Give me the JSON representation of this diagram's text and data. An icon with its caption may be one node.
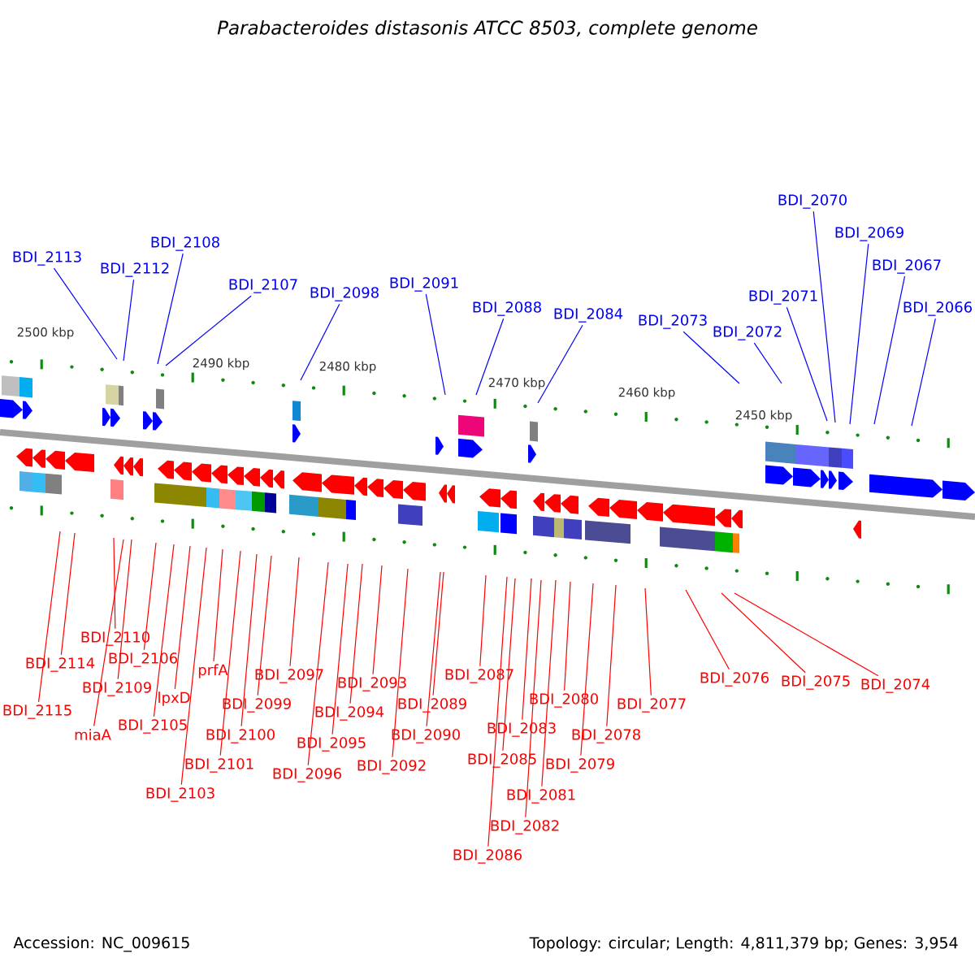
{
  "diagram": {
    "title": "Parabacteroides distasonis ATCC 8503, complete genome",
    "nodes": [
      {
        "text": [
          "BDI_2113"
        ]
      },
      {
        "text": [
          "BDI_2112"
        ]
      },
      {
        "text": [
          "BDI_2108"
        ]
      },
      {
        "text": [
          "BDI_2107"
        ]
      },
      {
        "text": [
          "BDI_2098"
        ]
      },
      {
        "text": [
          "BDI_2091"
        ]
      },
      {
        "text": [
          "BDI_2088"
        ]
      },
      {
        "text": [
          "BDI_2084"
        ]
      },
      {
        "text": [
          "BDI_2073"
        ]
      },
      {
        "text": [
          "BDI_2072"
        ]
      },
      {
        "text": [
          "BDI_2071"
        ]
      },
      {
        "text": [
          "BDI_2070"
        ]
      },
      {
        "text": [
          "BDI_2069"
        ]
      },
      {
        "text": [
          "BDI_2067"
        ]
      },
      {
        "text": [
          "BDI_2066"
        ]
      },
      {
        "text": [
          "BDI_2115"
        ]
      },
      {
        "text": [
          "BDI_2114"
        ]
      },
      {
        "text": [
          "BDI_2110"
        ]
      },
      {
        "text": [
          "BDI_2109"
        ]
      },
      {
        "text": [
          "miaA"
        ]
      },
      {
        "text": [
          "BDI_2106"
        ]
      },
      {
        "text": [
          "BDI_2105"
        ]
      },
      {
        "text": [
          "lpxD"
        ]
      },
      {
        "text": [
          "BDI_2103"
        ]
      },
      {
        "text": [
          "prfA"
        ]
      },
      {
        "text": [
          "BDI_2101"
        ]
      },
      {
        "text": [
          "BDI_2100"
        ]
      },
      {
        "text": [
          "BDI_2099"
        ]
      },
      {
        "text": [
          "BDI_2097"
        ]
      },
      {
        "text": [
          "BDI_2096"
        ]
      },
      {
        "text": [
          "BDI_2095"
        ]
      },
      {
        "text": [
          "BDI_2094"
        ]
      },
      {
        "text": [
          "BDI_2093"
        ]
      },
      {
        "text": [
          "BDI_2092"
        ]
      },
      {
        "text": [
          "BDI_2090"
        ]
      },
      {
        "text": [
          "BDI_2089"
        ]
      },
      {
        "text": [
          "BDI_2087"
        ]
      },
      {
        "text": [
          "BDI_2086"
        ]
      },
      {
        "text": [
          "BDI_2085"
        ]
      },
      {
        "text": [
          "BDI_2083"
        ]
      },
      {
        "text": [
          "BDI_2082"
        ]
      },
      {
        "text": [
          "BDI_2081"
        ]
      },
      {
        "text": [
          "BDI_2080"
        ]
      },
      {
        "text": [
          "BDI_2079"
        ]
      },
      {
        "text": [
          "BDI_2078"
        ]
      },
      {
        "text": [
          "BDI_2077"
        ]
      },
      {
        "text": [
          "BDI_2076"
        ]
      },
      {
        "text": [
          "BDI_2075"
        ]
      },
      {
        "text": [
          "BDI_2074"
        ]
      }
    ],
    "edges": [
      {
        "from": 0,
        "to": null,
        "arrow": "none",
        "color": "#0000ff"
      },
      {
        "from": 1,
        "to": null,
        "arrow": "none",
        "color": "#0000ff"
      },
      {
        "from": 2,
        "to": null,
        "arrow": "none",
        "color": "#0000ff"
      },
      {
        "from": 3,
        "to": null,
        "arrow": "none",
        "color": "#0000ff"
      },
      {
        "from": 4,
        "to": null,
        "arrow": "none",
        "color": "#0000ff"
      },
      {
        "from": 5,
        "to": null,
        "arrow": "none",
        "color": "#0000ff"
      },
      {
        "from": 6,
        "to": null,
        "arrow": "none",
        "color": "#0000ff"
      },
      {
        "from": 7,
        "to": null,
        "arrow": "none",
        "color": "#0000ff"
      },
      {
        "from": 8,
        "to": null,
        "arrow": "none",
        "color": "#0000ff"
      },
      {
        "from": 9,
        "to": null,
        "arrow": "none",
        "color": "#0000ff"
      },
      {
        "from": 10,
        "to": null,
        "arrow": "none",
        "color": "#0000ff"
      },
      {
        "from": 11,
        "to": null,
        "arrow": "none",
        "color": "#0000ff"
      },
      {
        "from": 12,
        "to": null,
        "arrow": "none",
        "color": "#0000ff"
      },
      {
        "from": 13,
        "to": null,
        "arrow": "none",
        "color": "#0000ff"
      },
      {
        "from": 14,
        "to": null,
        "arrow": "none",
        "color": "#0000ff"
      },
      {
        "from": 15,
        "to": null,
        "arrow": "none"
      },
      {
        "from": 16,
        "to": null,
        "arrow": "none"
      },
      {
        "from": 17,
        "to": null,
        "arrow": "none"
      },
      {
        "from": 18,
        "to": null,
        "arrow": "none"
      },
      {
        "from": 19,
        "to": null,
        "arrow": "none"
      },
      {
        "from": 20,
        "to": null,
        "arrow": "none"
      },
      {
        "from": 21,
        "to": null,
        "arrow": "none"
      },
      {
        "from": 22,
        "to": null,
        "arrow": "none"
      },
      {
        "from": 23,
        "to": null,
        "arrow": "none"
      },
      {
        "from": 24,
        "to": null,
        "arrow": "none"
      },
      {
        "from": 25,
        "to": null,
        "arrow": "none"
      },
      {
        "from": 26,
        "to": null,
        "arrow": "none"
      },
      {
        "from": 27,
        "to": null,
        "arrow": "none"
      },
      {
        "from": 28,
        "to": null,
        "arrow": "none"
      },
      {
        "from": 29,
        "to": null,
        "arrow": "none"
      },
      {
        "from": 30,
        "to": null,
        "arrow": "none"
      },
      {
        "from": 31,
        "to": null,
        "arrow": "none"
      },
      {
        "from": 32,
        "to": null,
        "arrow": "none"
      },
      {
        "from": 33,
        "to": null,
        "arrow": "none"
      },
      {
        "from": 34,
        "to": null,
        "arrow": "none"
      },
      {
        "from": 35,
        "to": null,
        "arrow": "none"
      },
      {
        "from": 36,
        "to": null,
        "arrow": "none"
      },
      {
        "from": 37,
        "to": null,
        "arrow": "none"
      },
      {
        "from": 38,
        "to": null,
        "arrow": "none"
      },
      {
        "from": 39,
        "to": null,
        "arrow": "none"
      },
      {
        "from": 40,
        "to": null,
        "arrow": "none"
      },
      {
        "from": 41,
        "to": null,
        "arrow": "none"
      },
      {
        "from": 42,
        "to": null,
        "arrow": "none"
      },
      {
        "from": 43,
        "to": null,
        "arrow": "none"
      },
      {
        "from": 44,
        "to": null,
        "arrow": "none"
      },
      {
        "from": 45,
        "to": null,
        "arrow": "none"
      },
      {
        "from": 46,
        "to": null,
        "arrow": "none"
      },
      {
        "from": 47,
        "to": null,
        "arrow": "none"
      },
      {
        "from": 48,
        "to": null,
        "arrow": "none"
      }
    ],
    "labels": [
      "2500 kbp",
      "2490 kbp",
      "2480 kbp",
      "2470 kbp",
      "2460 kbp",
      "2450 kbp",
      "Accession: NC_009615",
      "Topology: circular; Length: 4,811,379 bp; Genes: 3,954"
    ]
  }
}
